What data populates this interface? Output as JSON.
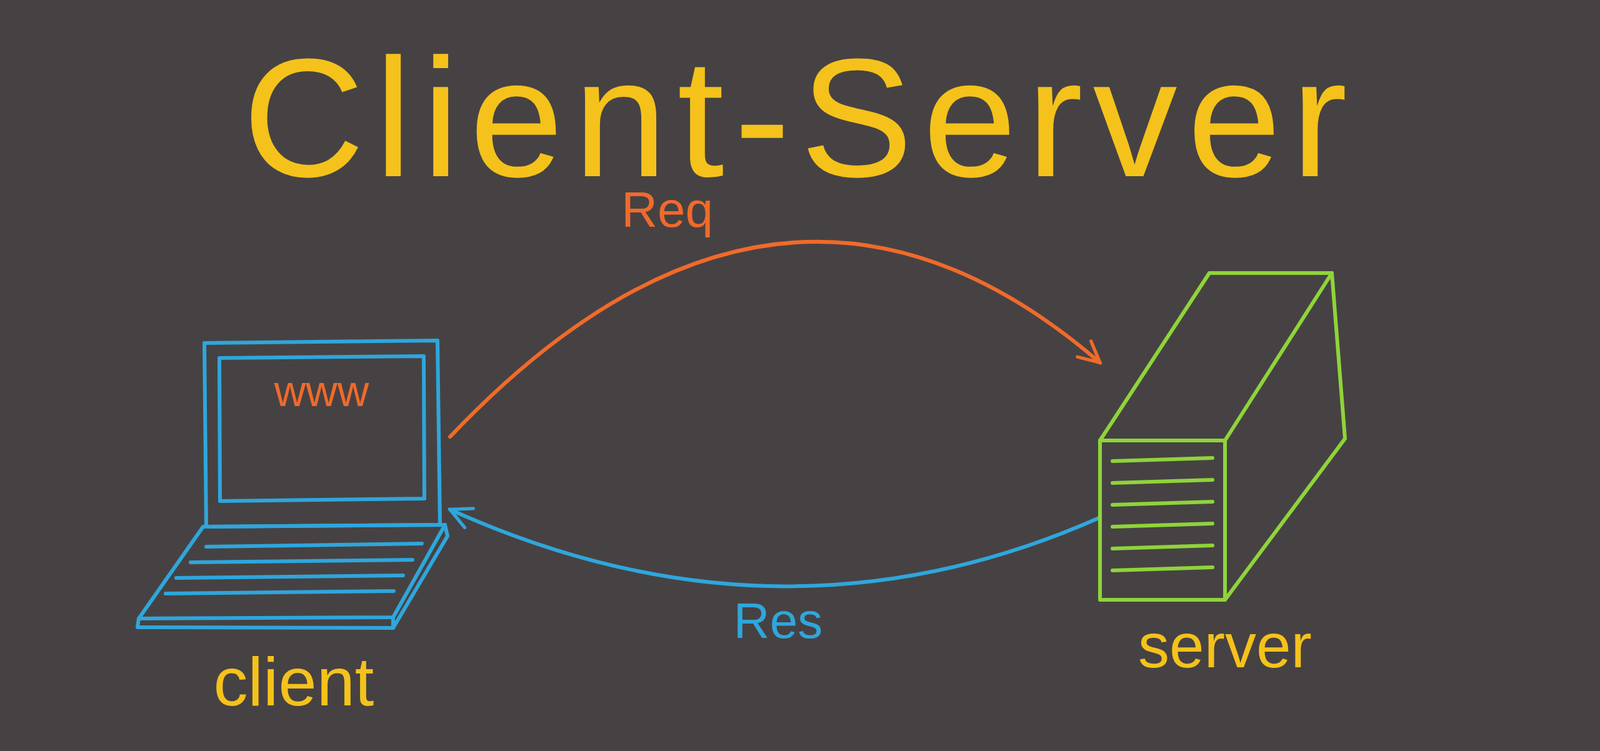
{
  "diagram": {
    "title": "Client-Server",
    "nodes": [
      {
        "text": [
          "www",
          "client"
        ]
      },
      {
        "text": [
          "server"
        ]
      }
    ],
    "edges": [
      {
        "from": 0,
        "to": 1,
        "label": "Req",
        "arrow": "to"
      },
      {
        "from": 1,
        "to": 0,
        "label": "Res",
        "arrow": "to"
      }
    ]
  }
}
